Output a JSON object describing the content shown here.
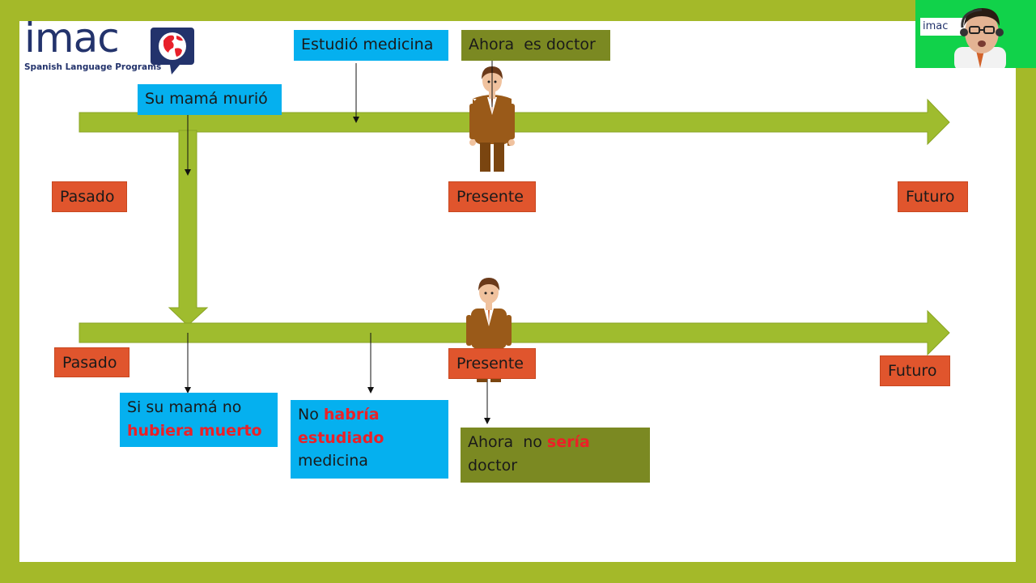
{
  "logo": {
    "wordmark": "imac",
    "tagline": "Spanish Language Programs"
  },
  "webcam": {
    "logo": "imac"
  },
  "timeline_top": {
    "event_past": "Su mamá murió",
    "event_studied": "Estudió medicina",
    "event_now": "Ahora  es doctor",
    "label_past": "Pasado",
    "label_present": "Presente",
    "label_future": "Futuro"
  },
  "timeline_bottom": {
    "label_past": "Pasado",
    "label_present": "Presente",
    "label_future": "Futuro",
    "condition_plain": "Si su mamá no",
    "condition_verb": "hubiera muerto",
    "result_past_prefix": "No",
    "result_past_verb_1": "habría",
    "result_past_verb_2": "estudiado",
    "result_past_suffix": "medicina",
    "result_present_prefix": "Ahora  no",
    "result_present_verb": "sería",
    "result_present_suffix": "doctor"
  },
  "colors": {
    "frame": "#a4b929",
    "arrow": "#9fbc2e",
    "label_orange": "#e0552d",
    "event_blue": "#05b0ef",
    "event_olive": "#7b8922",
    "emphasis_red": "#ec2027",
    "webcam_green": "#11d24a"
  }
}
